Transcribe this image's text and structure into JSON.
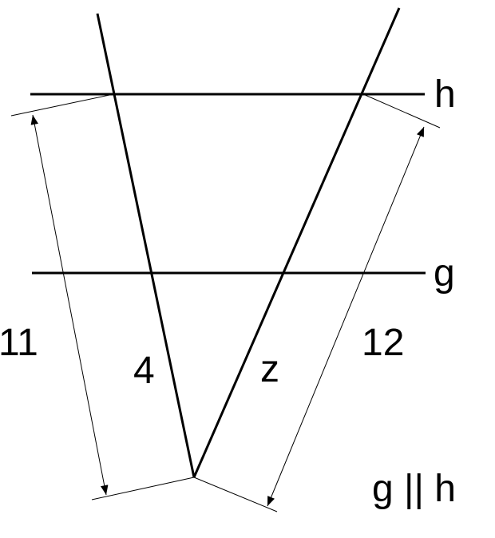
{
  "diagram": {
    "line_labels": {
      "upper": "h",
      "lower": "g"
    },
    "segment_labels": {
      "left_total": "11",
      "left_inner": "4",
      "right_inner": "z",
      "right_total": "12"
    },
    "note": "g || h",
    "colors": {
      "ink": "#000000",
      "background": "#ffffff"
    }
  }
}
